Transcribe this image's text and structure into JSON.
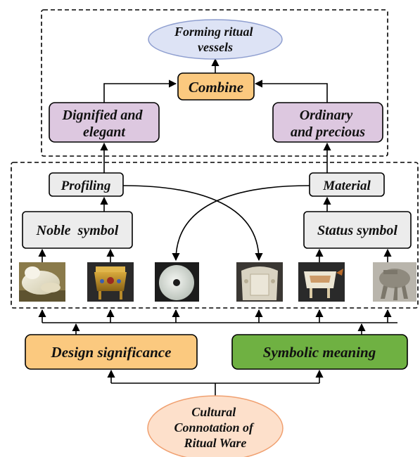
{
  "nodes": {
    "forming": [
      "Forming ritual",
      "vessels"
    ],
    "combine": [
      "Combine"
    ],
    "dignified": [
      "Dignified and",
      "elegant"
    ],
    "ordinary": [
      "Ordinary",
      "and precious"
    ],
    "profiling": [
      "Profiling"
    ],
    "material": [
      "Material"
    ],
    "noble": [
      "Noble  symbol"
    ],
    "status": [
      "Status symbol"
    ],
    "design": [
      "Design significance"
    ],
    "symbolic": [
      "Symbolic meaning"
    ],
    "cultural": [
      "Cultural",
      "Connotation of",
      "Ritual Ware"
    ]
  },
  "artifacts": [
    {
      "name": "white-jade-carving-image",
      "kind": "jade-figure"
    },
    {
      "name": "gilded-bronze-vessel-image",
      "kind": "bronze-vessel"
    },
    {
      "name": "jade-bi-disc-image",
      "kind": "jade-disc"
    },
    {
      "name": "carved-jade-plaque-image",
      "kind": "jade-plaque"
    },
    {
      "name": "jade-wine-vessel-image",
      "kind": "jade-vessel"
    },
    {
      "name": "stone-tripod-image",
      "kind": "stone-tripod"
    }
  ],
  "colors": {
    "forming_fill": "#dde3f5",
    "forming_stroke": "#8f9fd0",
    "combine_fill": "#fbc97f",
    "purple_fill": "#ddc8e0",
    "gray_fill": "#ececec",
    "design_fill": "#fbc97f",
    "symbolic_fill": "#6fb142",
    "cultural_fill": "#fde0cb",
    "cultural_stroke": "#f0a070",
    "line": "#000000"
  }
}
